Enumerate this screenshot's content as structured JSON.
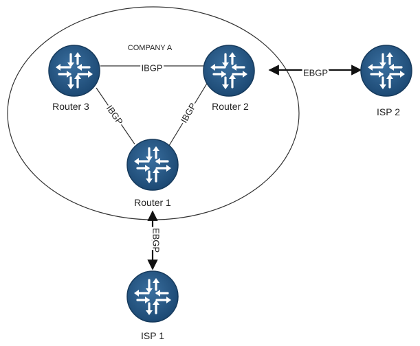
{
  "diagram": {
    "group_label": "COMPANY A",
    "nodes": [
      {
        "id": "router3",
        "label": "Router 3"
      },
      {
        "id": "router2",
        "label": "Router 2"
      },
      {
        "id": "router1",
        "label": "Router 1"
      },
      {
        "id": "isp2",
        "label": "ISP 2"
      },
      {
        "id": "isp1",
        "label": "ISP 1"
      }
    ],
    "links": [
      {
        "from": "router3",
        "to": "router2",
        "label": "IBGP",
        "arrows": false
      },
      {
        "from": "router3",
        "to": "router1",
        "label": "IBGP",
        "arrows": false
      },
      {
        "from": "router2",
        "to": "router1",
        "label": "IBGP",
        "arrows": false
      },
      {
        "from": "router2",
        "to": "isp2",
        "label": "EBGP",
        "arrows": true
      },
      {
        "from": "router1",
        "to": "isp1",
        "label": "EBGP",
        "arrows": true
      }
    ],
    "colors": {
      "router_fill": "#1f4f7c",
      "router_border": "#163a5c",
      "router_arrow": "#ffffff",
      "line": "#333333",
      "ellipse": "#333333"
    },
    "icon": "router-icon"
  }
}
